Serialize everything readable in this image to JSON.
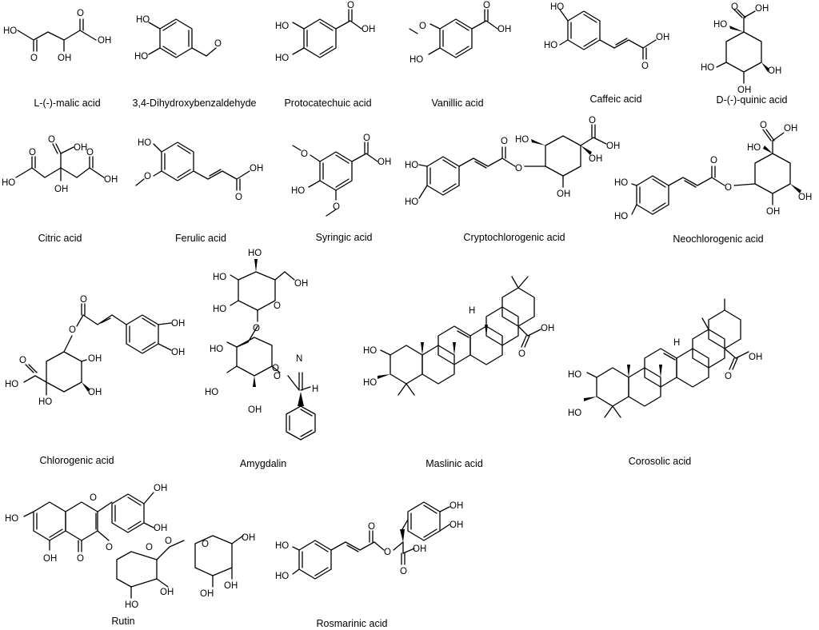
{
  "compounds": [
    {
      "id": "malic",
      "name": "L-(-)-malic acid"
    },
    {
      "id": "dhba",
      "name": "3,4-Dihydroxybenzaldehyde"
    },
    {
      "id": "protocatechuic",
      "name": "Protocatechuic acid"
    },
    {
      "id": "vanillic",
      "name": "Vanillic acid"
    },
    {
      "id": "caffeic",
      "name": "Caffeic acid"
    },
    {
      "id": "quinic",
      "name": "D-(-)-quinic acid"
    },
    {
      "id": "citric",
      "name": "Citric acid"
    },
    {
      "id": "ferulic",
      "name": "Ferulic acid"
    },
    {
      "id": "syringic",
      "name": "Syringic acid"
    },
    {
      "id": "cryptochlorogenic",
      "name": "Cryptochlorogenic acid"
    },
    {
      "id": "neochlorogenic",
      "name": "Neochlorogenic acid"
    },
    {
      "id": "chlorogenic",
      "name": "Chlorogenic acid"
    },
    {
      "id": "amygdalin",
      "name": "Amygdalin"
    },
    {
      "id": "maslinic",
      "name": "Maslinic acid"
    },
    {
      "id": "corosolic",
      "name": "Corosolic acid"
    },
    {
      "id": "rutin",
      "name": "Rutin"
    },
    {
      "id": "rosmarinic",
      "name": "Rosmarinic acid"
    }
  ],
  "atom_labels": {
    "OH": "OH",
    "HO": "HO",
    "O": "O",
    "H": "H",
    "N": "N"
  }
}
